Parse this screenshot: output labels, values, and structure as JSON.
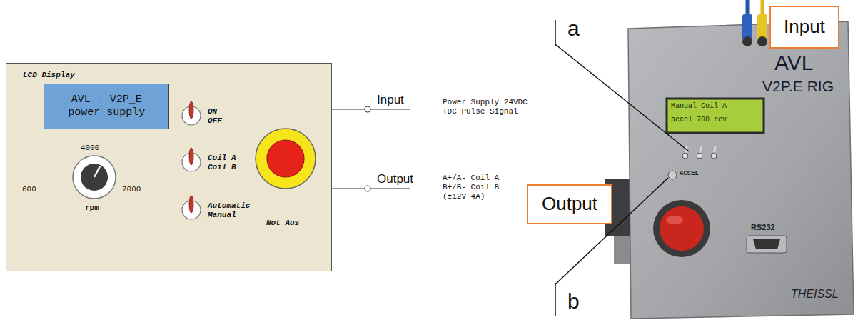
{
  "diagram": {
    "nodes": [
      {
        "text": [
          "4000",
          "600",
          "7000",
          "rpm",
          "ON OFF",
          "Coil A Coil B",
          "Automatic Manual",
          "Not Aus"
        ]
      },
      {
        "text": [
          "LCD Display",
          "AVL - V2P_E power supply"
        ],
        "in": 0
      },
      {
        "text": [
          "Input"
        ]
      },
      {
        "text": [
          "Output"
        ]
      }
    ],
    "labels": [
      "Input",
      "Power Supply 24VDC TDC Pulse Signal",
      "Output",
      "A+/A- Coil A B+/B- Coil B (±12V 4A)",
      "a",
      "b",
      "Manual Coil A",
      "accel 700 rev",
      "AVL",
      "V2P.E RIG",
      "ACCEL",
      "RS232",
      "THEISSL"
    ]
  }
}
